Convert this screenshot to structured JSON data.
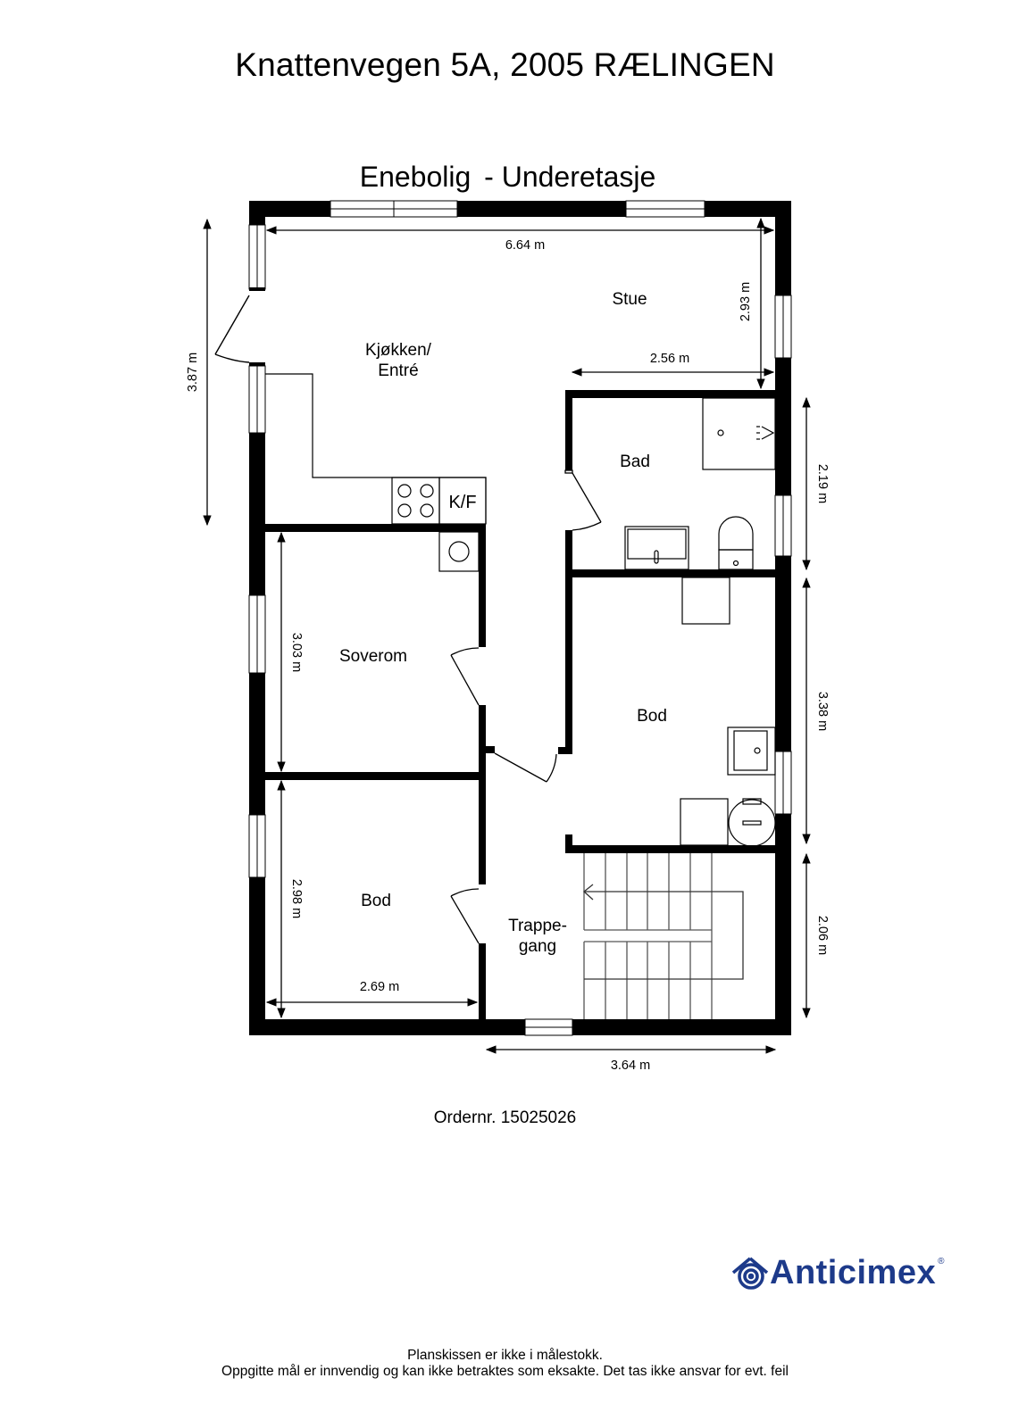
{
  "header": {
    "address": "Knattenvegen 5A, 2005 RÆLINGEN",
    "plan_title_part1": "Enebolig",
    "plan_title_part2": "- Underetasje"
  },
  "rooms": {
    "kitchen_line1": "Kjøkken/",
    "kitchen_line2": "Entré",
    "living": "Stue",
    "bathroom": "Bad",
    "bedroom": "Soverom",
    "storage_right": "Bod",
    "storage_left": "Bod",
    "stairwell_line1": "Trappe-",
    "stairwell_line2": "gang"
  },
  "fixtures": {
    "fridge_freezer": "K/F"
  },
  "dimensions": {
    "top_width": "6.64 m",
    "living_height": "2.93 m",
    "living_partial_width": "2.56 m",
    "left_height": "3.87 m",
    "bathroom_height": "2.19 m",
    "bedroom_height": "3.03 m",
    "storage_right_height": "3.38 m",
    "storage_left_height": "2.98 m",
    "stairwell_height": "2.06 m",
    "storage_left_width": "2.69 m",
    "bottom_width": "3.64 m"
  },
  "footer": {
    "order_number": "Ordernr. 15025026",
    "brand": "Anticimex",
    "brand_mark": "®",
    "brand_color": "#1d3a8a",
    "disclaimer_line1": "Planskissen er ikke i målestokk.",
    "disclaimer_line2": "Oppgitte mål er innvendig og kan ikke betraktes som eksakte. Det tas ikke ansvar for evt. feil"
  }
}
